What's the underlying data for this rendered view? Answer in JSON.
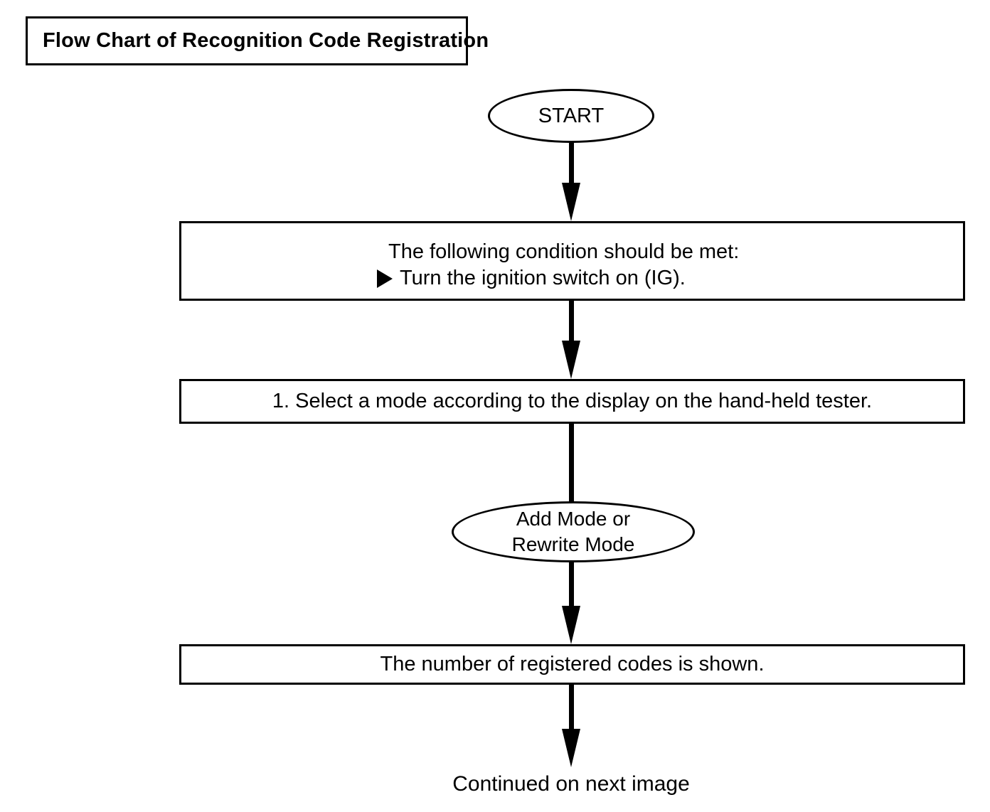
{
  "page": {
    "background": "#ffffff",
    "ink": "#000000"
  },
  "header": {
    "title": "Flow Chart of Recognition Code Registration"
  },
  "flowchart": {
    "start_terminal": {
      "label": "START"
    },
    "condition_box": {
      "line1": "The following condition should be met:",
      "bullet_icon": "right-triangle",
      "bullet_text": "Turn the ignition switch on (IG)."
    },
    "select_mode_box": {
      "label": "1. Select a mode according to the display on the hand-held tester."
    },
    "mode_terminal": {
      "line1": "Add Mode or",
      "line2": "Rewrite Mode"
    },
    "codes_box": {
      "label": "The number of registered codes is shown."
    },
    "footer_note": {
      "label": "Continued on next image"
    }
  }
}
